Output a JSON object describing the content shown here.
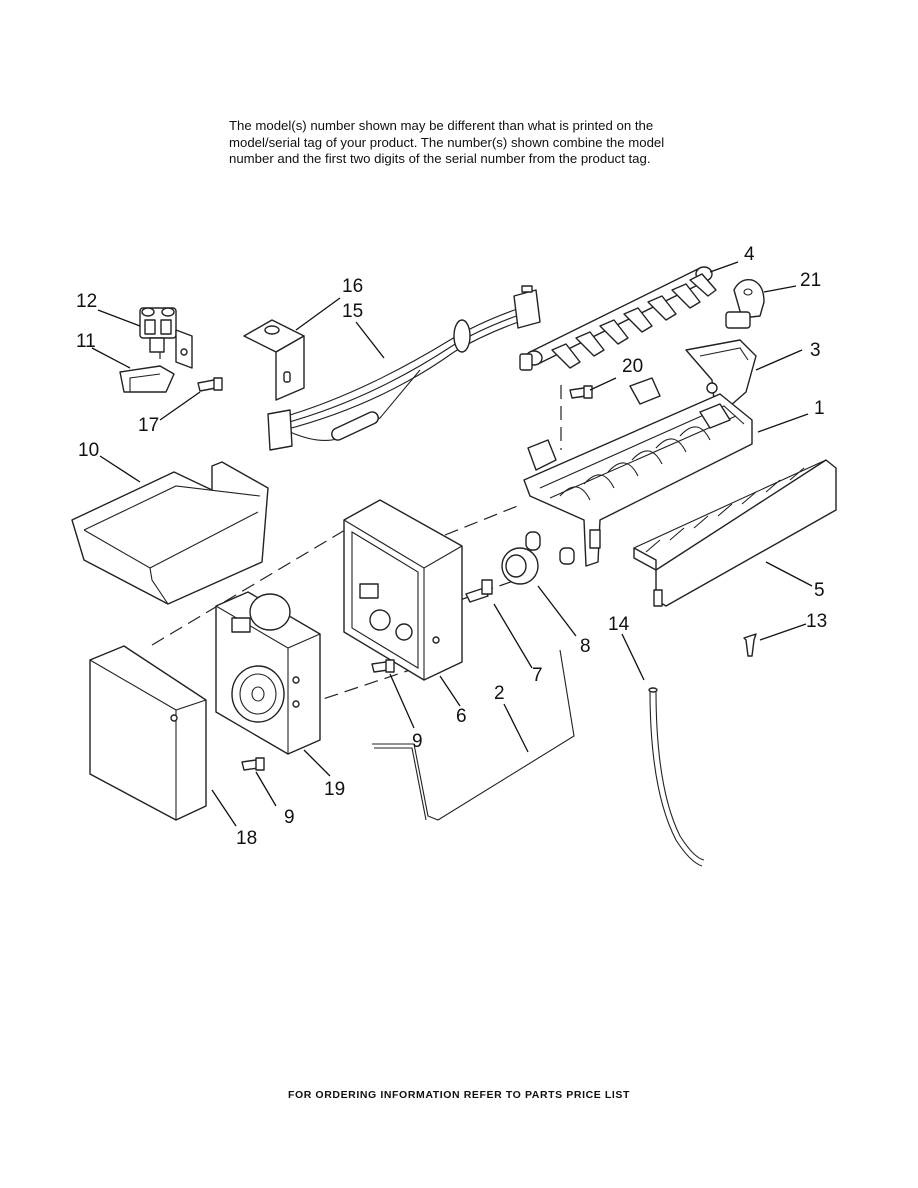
{
  "note": {
    "lines": [
      "The model(s) number shown may be different than what is printed on the",
      "model/serial tag of your product. The number(s) shown combine the model",
      "number and the first two digits of the serial number from the product tag."
    ]
  },
  "callouts": {
    "c1": "1",
    "c2": "2",
    "c3": "3",
    "c4": "4",
    "c5": "5",
    "c6": "6",
    "c7": "7",
    "c8": "8",
    "c9a": "9",
    "c9b": "9",
    "c10": "10",
    "c11": "11",
    "c12": "12",
    "c13": "13",
    "c14": "14",
    "c15": "15",
    "c16": "16",
    "c17": "17",
    "c18": "18",
    "c19": "19",
    "c20": "20",
    "c21": "21"
  },
  "footer": "FOR ORDERING INFORMATION REFER TO PARTS PRICE LIST"
}
